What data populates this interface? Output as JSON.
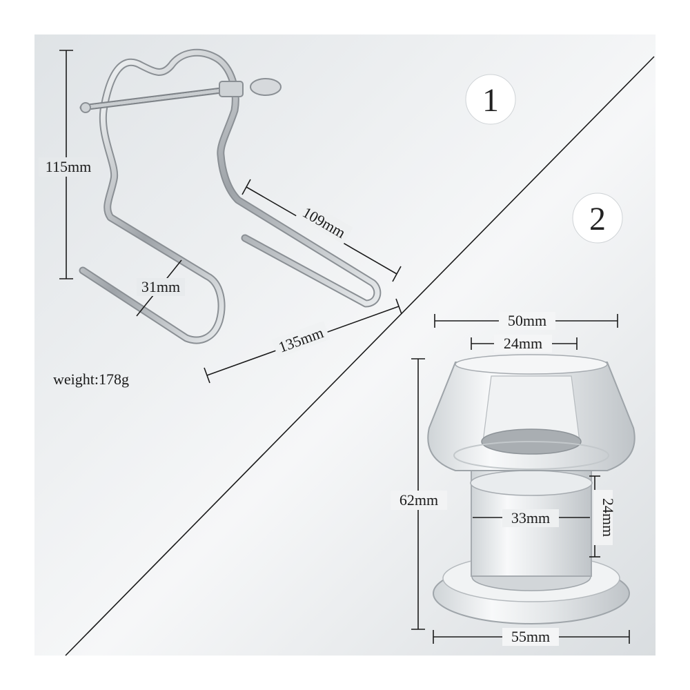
{
  "badges": {
    "first": "1",
    "second": "2"
  },
  "product1": {
    "height": "115mm",
    "arm_length": "109mm",
    "width": "135mm",
    "hook_width": "31mm",
    "weight": "weight:178g"
  },
  "product2": {
    "top_outer": "50mm",
    "top_inner": "24mm",
    "height": "62mm",
    "neck_height": "24mm",
    "neck_width": "33mm",
    "base_width": "55mm"
  },
  "colors": {
    "background": "#e9ecee",
    "line": "#1a1a1a",
    "steel": "#b8bcc0"
  }
}
